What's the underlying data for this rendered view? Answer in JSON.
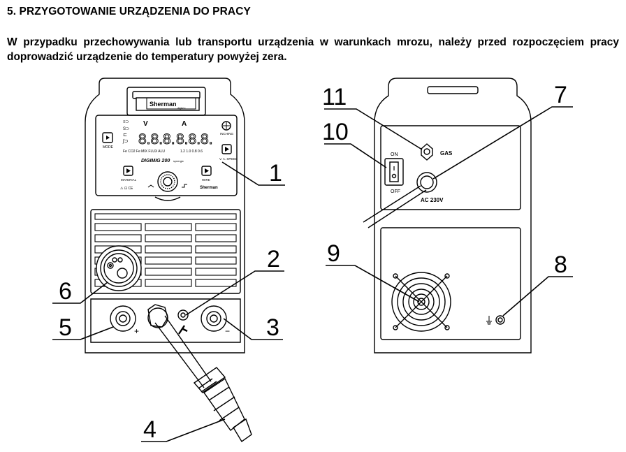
{
  "section_heading": "5. PRZYGOTOWANIE URZĄDZENIA DO PRACY",
  "paragraph": "W przypadku przechowywania lub transportu urządzenia w warunkach mrozu, należy przed rozpoczęciem pracy doprowadzić urządzenie do temperatury powyżej zera.",
  "front_panel": {
    "brand": "Sherman",
    "brand_sub": "digitec",
    "model": "DIGIMIG 200",
    "model_suffix": "synergic",
    "display_v": "V",
    "display_a": "A",
    "digits_left": "8.8.8.",
    "digits_right": "8.8.8.",
    "mode_label": "MODE",
    "inching_label": "INCHING",
    "vaspeed_label": "V. A. SPEED",
    "material_label": "MATERIAL",
    "wire_label": "WIRE",
    "materials_row": "Fe CO2   Fe MIX   FLUX   ALU",
    "wire_sizes_row": "1.2    1.0    0.8    0.6",
    "mode_icons": [
      "≡⊃",
      "S⊃",
      "⊏",
      "∫⊃"
    ],
    "cert_marks": "⚠ ⊡ CE",
    "bottom_brand": "Sherman",
    "plus_sign": "+",
    "minus_sign": "−"
  },
  "rear_panel": {
    "on_label": "ON",
    "off_label": "OFF",
    "gas_label": "GAS",
    "ac_label": "AC 230V"
  },
  "callouts": [
    "1",
    "2",
    "3",
    "4",
    "5",
    "6",
    "7",
    "8",
    "9",
    "10",
    "11"
  ]
}
